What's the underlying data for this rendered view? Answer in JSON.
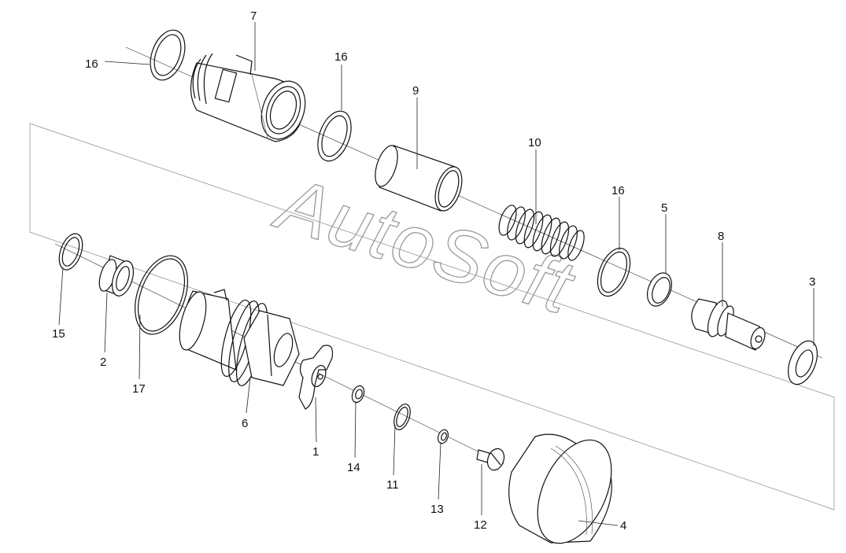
{
  "watermark": "AutoSoft",
  "labels": {
    "p1": "1",
    "p2": "2",
    "p3": "3",
    "p4": "4",
    "p5": "5",
    "p6": "6",
    "p7": "7",
    "p8": "8",
    "p9": "9",
    "p10": "10",
    "p11": "11",
    "p12": "12",
    "p13": "13",
    "p14": "14",
    "p15": "15",
    "p16a": "16",
    "p16b": "16",
    "p16c": "16",
    "p17": "17"
  }
}
